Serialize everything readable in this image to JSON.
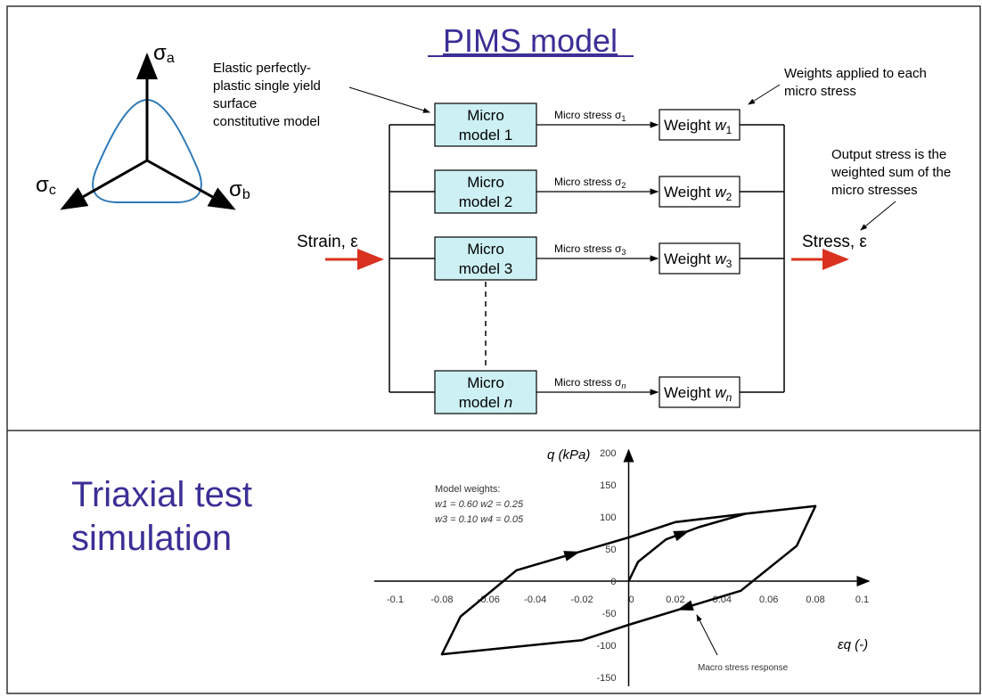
{
  "top": {
    "title": "PIMS model",
    "axes": {
      "a": "σ",
      "a_sub": "a",
      "b": "σ",
      "b_sub": "b",
      "c": "σ",
      "c_sub": "c"
    },
    "annotation_left": [
      "Elastic perfectly-",
      "plastic single yield",
      "surface",
      "constitutive model"
    ],
    "annotation_weights": [
      "Weights applied to each",
      "micro stress"
    ],
    "annotation_output": [
      "Output stress is the",
      "weighted sum of the",
      "micro stresses"
    ],
    "input_label": "Strain, ε",
    "output_label": "Stress, ε",
    "micro_models": [
      {
        "line1": "Micro",
        "line2": "model 1",
        "stress": "Micro stress σ",
        "sub": "1",
        "weight": "Weight ",
        "w": "w",
        "wsub": "1"
      },
      {
        "line1": "Micro",
        "line2": "model 2",
        "stress": "Micro stress σ",
        "sub": "2",
        "weight": "Weight ",
        "w": "w",
        "wsub": "2"
      },
      {
        "line1": "Micro",
        "line2": "model 3",
        "stress": "Micro stress σ",
        "sub": "3",
        "weight": "Weight ",
        "w": "w",
        "wsub": "3"
      },
      {
        "line1": "Micro",
        "line2": "model ",
        "line2_italic": "n",
        "stress": "Micro stress σ",
        "sub": "n",
        "weight": "Weight ",
        "w": "w",
        "wsub": "n"
      }
    ],
    "colors": {
      "title": "#3b2f96",
      "box_fill": "#ccf0f3",
      "arrow_red": "#d9321f",
      "yield_surface": "#2f7ab8"
    }
  },
  "bottom": {
    "title_lines": [
      "Triaxial test",
      "simulation"
    ]
  },
  "chart_data": {
    "type": "line",
    "ylabel": "q (kPa)",
    "xlabel": "εq (-)",
    "xlim": [
      -0.1,
      0.1
    ],
    "ylim": [
      -150,
      200
    ],
    "x_ticks": [
      "-0.1",
      "-0.08",
      "-0.06",
      "-0.04",
      "-0.02",
      "0",
      "0.02",
      "0.04",
      "0.06",
      "0.08",
      "0.1"
    ],
    "y_ticks": [
      "200",
      "150",
      "100",
      "50",
      "0",
      "-50",
      "-100",
      "-150"
    ],
    "legend_text": [
      "Model weights:",
      "w1 = 0.60  w2 = 0.25",
      "w3 = 0.10  w4 = 0.05"
    ],
    "annotation": "Macro stress response",
    "grid": false,
    "series": [
      {
        "x": [
          0,
          0.004,
          0.016,
          0.03,
          0.05,
          0.08,
          0.072,
          0.048,
          0.0,
          -0.02,
          -0.08,
          -0.072,
          -0.048,
          0.0,
          0.02,
          0.05
        ],
        "y": [
          0,
          30,
          65,
          84,
          105,
          117,
          55,
          -15,
          -68,
          -92,
          -114,
          -55,
          17,
          68,
          92,
          105
        ]
      }
    ]
  }
}
